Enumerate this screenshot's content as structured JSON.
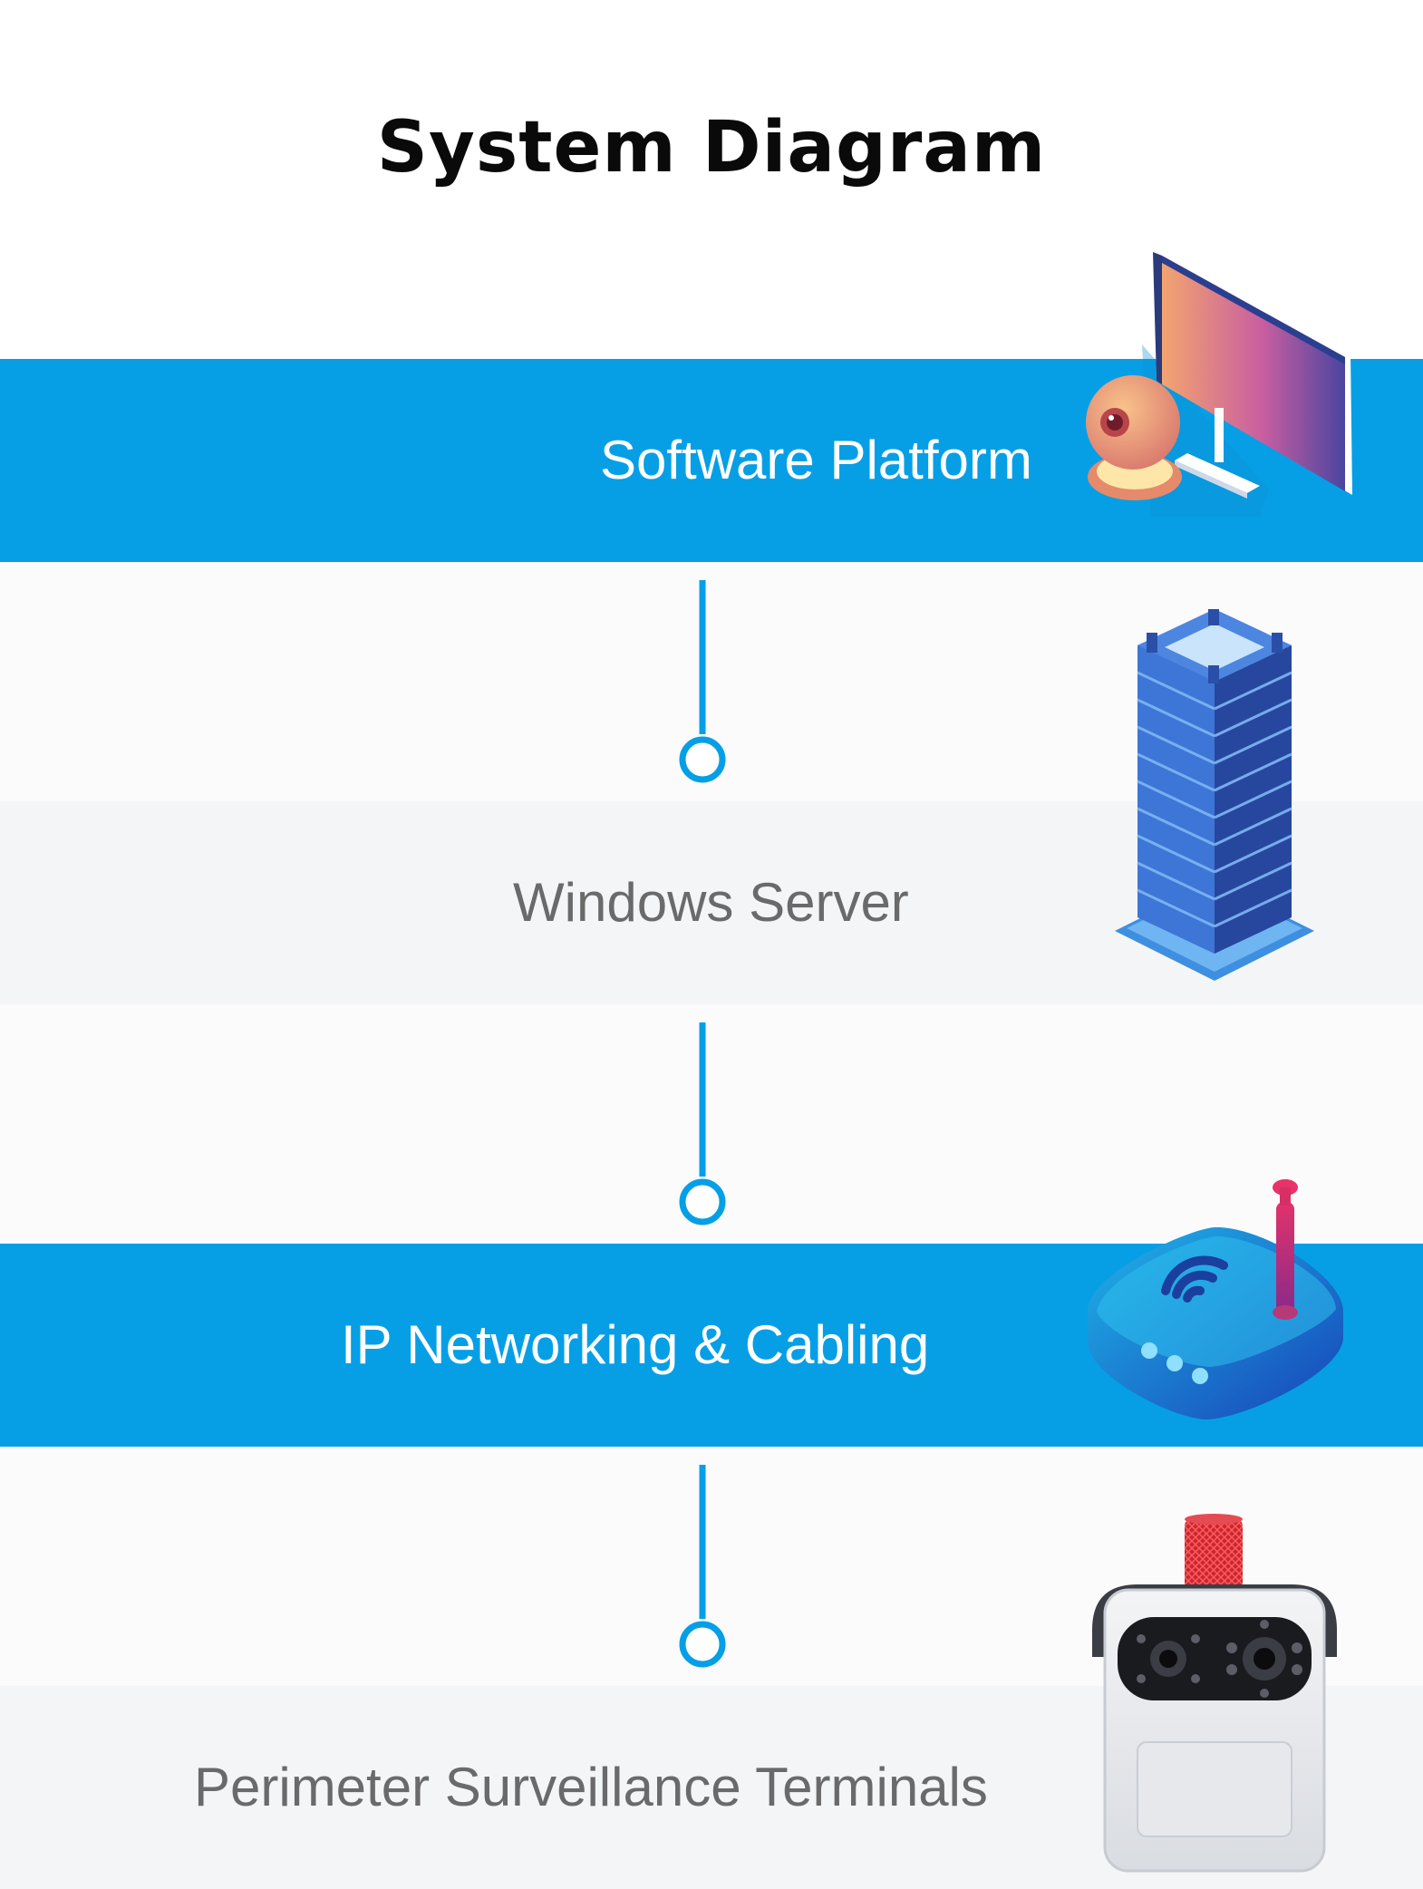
{
  "title": "System Diagram",
  "layers": [
    {
      "label": "Software Platform",
      "style": "blue",
      "icon": "monitor-webcam-icon"
    },
    {
      "label": "Windows Server",
      "style": "grey",
      "icon": "server-tower-icon"
    },
    {
      "label": "IP Networking & Cabling",
      "style": "blue",
      "icon": "router-icon"
    },
    {
      "label": "Perimeter Surveillance Terminals",
      "style": "grey",
      "icon": "surveillance-camera-icon"
    }
  ],
  "colors": {
    "accent": "#069fe6",
    "band_grey": "#f4f5f7",
    "title": "#0a0a0a",
    "label_grey": "#6a6a6a"
  }
}
